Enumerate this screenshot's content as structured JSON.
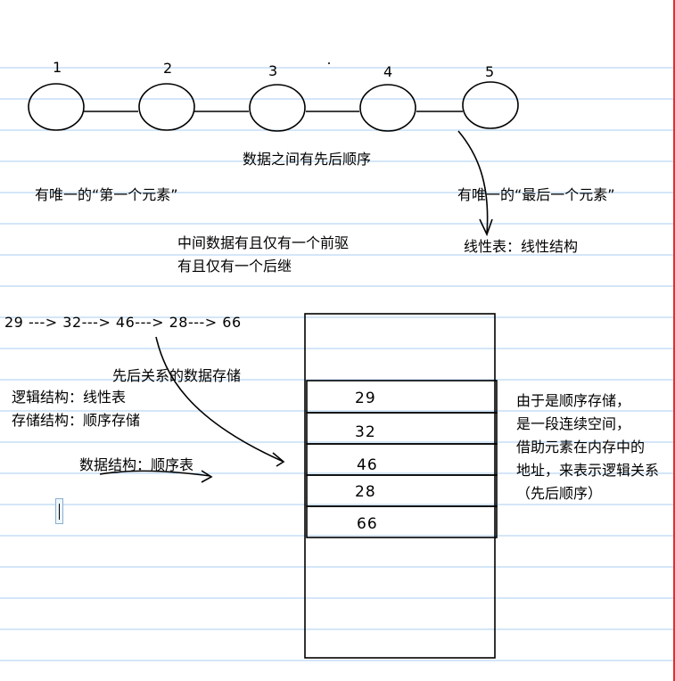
{
  "node_labels": [
    "1",
    "2",
    "3",
    "4",
    "5"
  ],
  "notes": {
    "sequence_text": "数据之间有先后顺序",
    "first_element": "有唯一的“第一个元素”",
    "last_element": "有唯一的“最后一个元素”",
    "middle_line1": "中间数据有且仅有一个前驱",
    "middle_line2": "有且仅有一个后继",
    "linear_list": "线性表：线性结构",
    "sequence_values": "29 ---> 32---> 46---> 28---> 66",
    "storage_caption": "先后关系的数据存储",
    "logical_structure": "逻辑结构：线性表",
    "storage_structure": "存储结构：顺序存储",
    "data_structure": "数据结构：顺序表",
    "reason_line1": "由于是顺序存储，",
    "reason_line2": "是一段连续空间，",
    "reason_line3": "借助元素在内存中的",
    "reason_line4": "地址，来表示逻辑关系",
    "reason_line5": "（先后顺序）"
  },
  "memory_cells": [
    "29",
    "32",
    "46",
    "28",
    "66"
  ],
  "colors": {
    "rule_line": "#a8cdf0",
    "margin_line": "#e03030",
    "ink": "#000000"
  }
}
